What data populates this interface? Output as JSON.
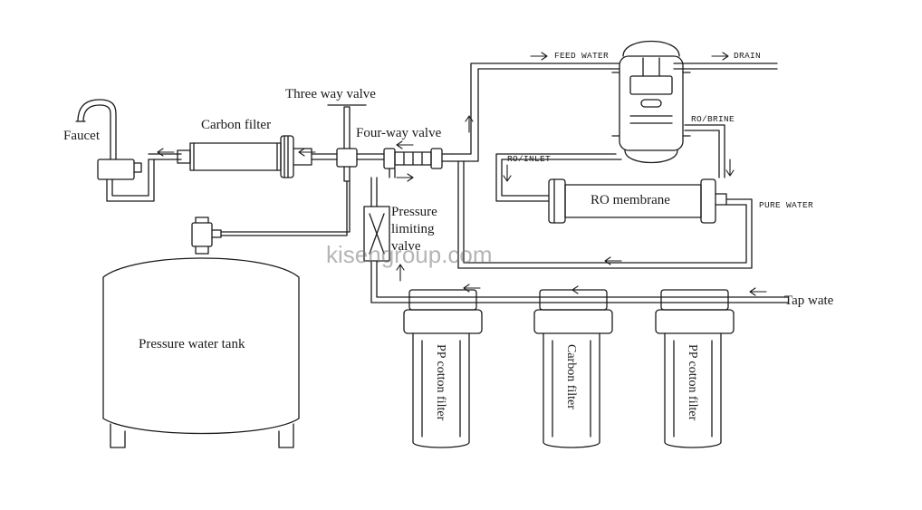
{
  "labels": {
    "faucet": "Faucet",
    "carbon_filter_top": "Carbon filter",
    "three_way_valve": "Three way valve",
    "four_way_valve": "Four-way valve",
    "pressure_limiting_1": "Pressure",
    "pressure_limiting_2": "limiting",
    "pressure_limiting_3": "valve",
    "pressure_tank": "Pressure water tank",
    "feed_water": "FEED WATER",
    "drain": "DRAIN",
    "ro_brine": "RO/BRINE",
    "ro_inlet": "RO/INLET",
    "ro_membrane": "RO membrane",
    "pure_water": "PURE WATER",
    "tap_water": "Tap wate",
    "filter_1": "PP cotton filter",
    "filter_2": "Carbon filter",
    "filter_3": "PP cotton filter"
  },
  "watermark": "kisengroup.com",
  "colors": {
    "line": "#1a1a1a",
    "fill": "#ffffff"
  }
}
